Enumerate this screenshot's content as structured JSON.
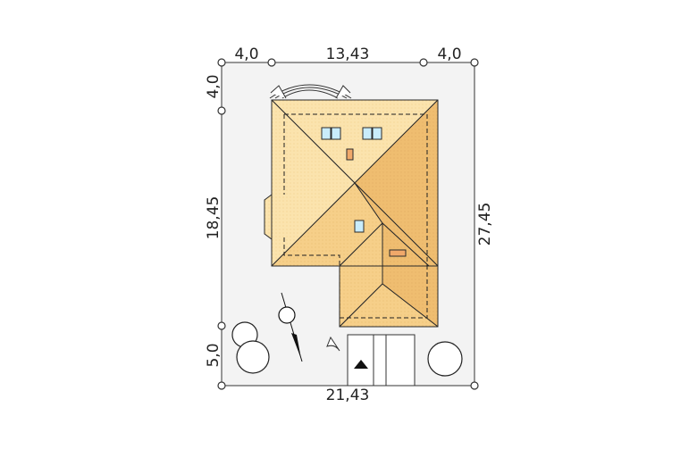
{
  "dimensions": {
    "top_left_setback": "4,0",
    "house_width": "13,43",
    "top_right_setback": "4,0",
    "left_top_setback": "4,0",
    "house_depth": "18,45",
    "left_bottom_setback": "5,0",
    "total_depth": "27,45",
    "total_width": "21,43"
  },
  "colors": {
    "plot": "#f3f3f3",
    "roof_light": "#fbe0a6",
    "roof_mid": "#f5cd85",
    "roof_dark": "#edb869",
    "outline": "#2a2a2a",
    "window": "#c9ecfb",
    "chimney": "#f0a86a"
  },
  "icons": {
    "north_arrow": "compass-north-arrow-icon",
    "entrance": "entrance-triangle-icon",
    "trees": "tree-icon"
  }
}
